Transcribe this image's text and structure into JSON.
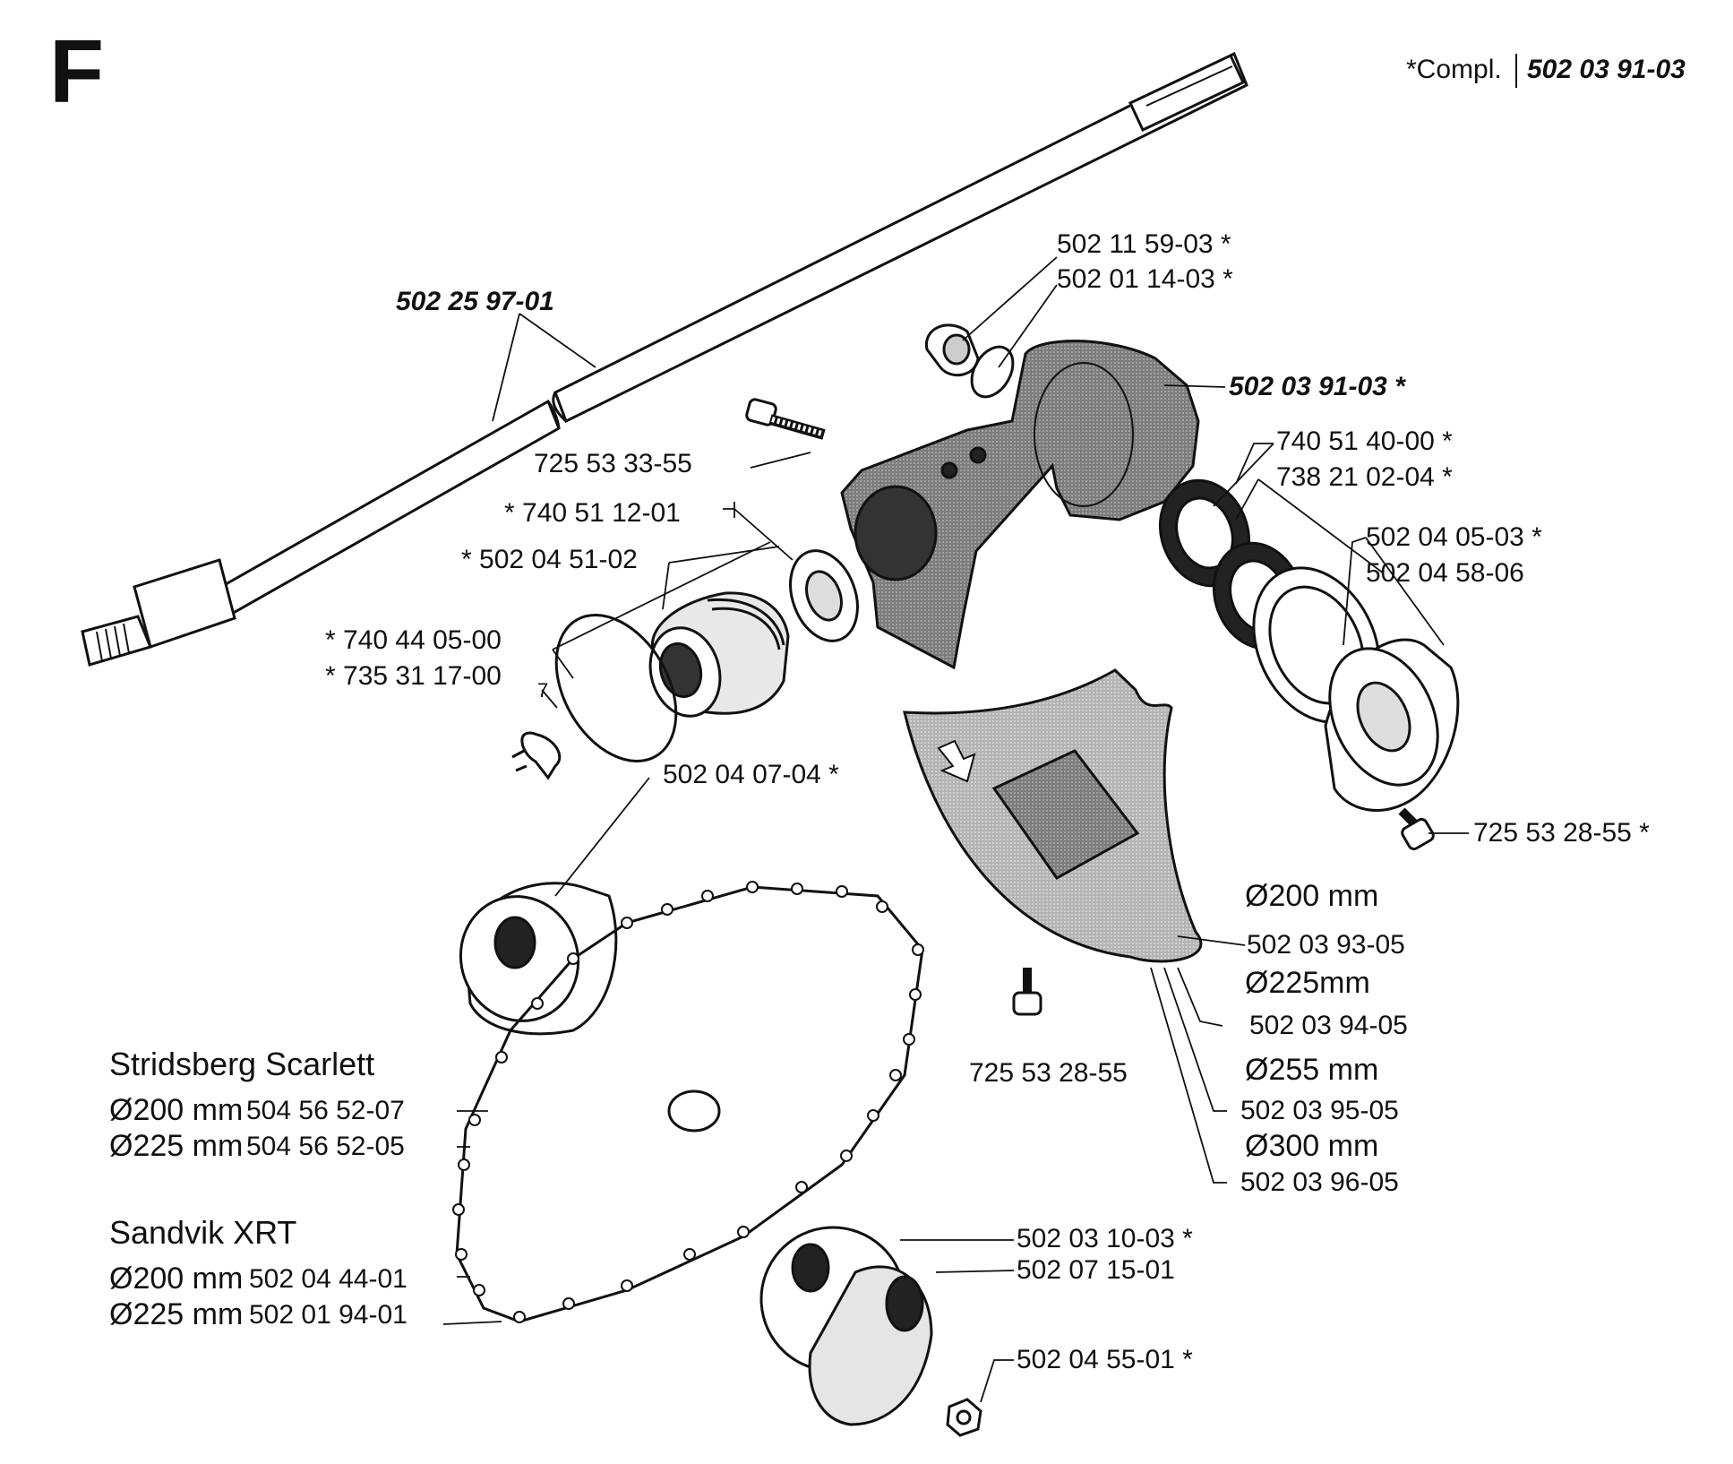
{
  "section_letter": "F",
  "header": {
    "compl_label": "*Compl.",
    "compl_number": "502 03 91-03"
  },
  "parts": {
    "shaft": "502 25 97-01",
    "p_502115903": "502 11 59-03 *",
    "p_502011403": "502 01 14-03 *",
    "gear_housing": "502 03 91-03 *",
    "p_7255333": "725 53 33-55",
    "p_740511201": "* 740 51 12-01",
    "p_502045102": "* 502 04 51-02",
    "p_740440500": "* 740 44 05-00",
    "p_735311700": "* 735 31 17-00",
    "p_740514000": "740 51 40-00 *",
    "p_738210204": "738 21 02-04 *",
    "p_502040503": "502 04 05-03 *",
    "p_502045806": "502 04 58-06",
    "p_725532855_right": "725 53 28-55 *",
    "p_502040704": "502 04 07-04 *",
    "p_725532855_guard": "725 53 28-55",
    "p_502031003": "502 03 10-03 *",
    "p_502071501": "502 07 15-01",
    "p_502045501": "502 04 55-01 *",
    "circlip_index": "7"
  },
  "guards": [
    {
      "diameter": "Ø200 mm",
      "part": "502 03 93-05"
    },
    {
      "diameter": "Ø225mm",
      "part": "502 03 94-05"
    },
    {
      "diameter": "Ø255 mm",
      "part": "502 03 95-05"
    },
    {
      "diameter": "Ø300 mm",
      "part": "502 03 96-05"
    }
  ],
  "blades": [
    {
      "brand": "Stridsberg Scarlett",
      "items": [
        {
          "diameter": "Ø200 mm",
          "part": "504 56 52-07"
        },
        {
          "diameter": "Ø225 mm",
          "part": "504 56 52-05"
        }
      ]
    },
    {
      "brand": "Sandvik XRT",
      "items": [
        {
          "diameter": "Ø200 mm",
          "part": "502 04 44-01"
        },
        {
          "diameter": "Ø225 mm",
          "part": "502 01 94-01"
        }
      ]
    }
  ]
}
